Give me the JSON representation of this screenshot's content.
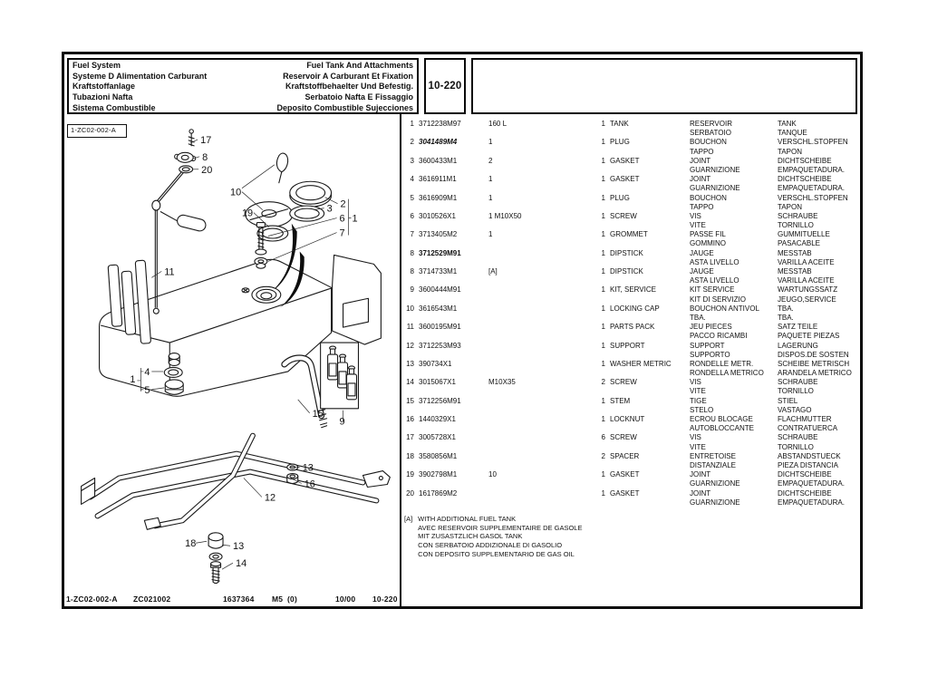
{
  "colors": {
    "line": "#1a1a1a",
    "paper": "#ffffff",
    "ink": "#111111"
  },
  "header": {
    "rows": [
      {
        "left": "Fuel System",
        "right": "Fuel Tank And Attachments"
      },
      {
        "left": "Systeme D Alimentation Carburant",
        "right": "Reservoir A Carburant Et Fixation"
      },
      {
        "left": "Kraftstoffanlage",
        "right": "Kraftstoffbehaelter Und Befestig."
      },
      {
        "left": "Tubazioni Nafta",
        "right": "Serbatoio Nafta E Fissaggio"
      },
      {
        "left": "Sistema Combustible",
        "right": "Deposito Combustible Sujecciones"
      }
    ],
    "page_code": "10-220"
  },
  "diagram": {
    "ref_label": "1-ZC02-002-A",
    "callouts": [
      "17",
      "8",
      "20",
      "10",
      "19",
      "2",
      "3",
      "6",
      "1",
      "7",
      "11",
      "4",
      "1",
      "5",
      "15",
      "9",
      "13",
      "16",
      "12",
      "18",
      "13",
      "14"
    ]
  },
  "table": {
    "rows": [
      {
        "item": "1",
        "part": "3712238M97",
        "size": "160 L",
        "qty": "1",
        "name": "TANK",
        "fr": "RESERVOIR",
        "it": "SERBATOIO",
        "de": "TANK",
        "es": "TANQUE"
      },
      {
        "item": "2",
        "part": "3041489M4",
        "size": "1",
        "qty": "1",
        "name": "PLUG",
        "fr": "BOUCHON",
        "it": "TAPPO",
        "de": "VERSCHL.STOPFEN",
        "es": "TAPON",
        "emph": "bi"
      },
      {
        "item": "3",
        "part": "3600433M1",
        "size": "2",
        "qty": "1",
        "name": "GASKET",
        "fr": "JOINT",
        "it": "GUARNIZIONE",
        "de": "DICHTSCHEIBE",
        "es": "EMPAQUETADURA."
      },
      {
        "item": "4",
        "part": "3616911M1",
        "size": "1",
        "qty": "1",
        "name": "GASKET",
        "fr": "JOINT",
        "it": "GUARNIZIONE",
        "de": "DICHTSCHEIBE",
        "es": "EMPAQUETADURA."
      },
      {
        "item": "5",
        "part": "3616909M1",
        "size": "1",
        "qty": "1",
        "name": "PLUG",
        "fr": "BOUCHON",
        "it": "TAPPO",
        "de": "VERSCHL.STOPFEN",
        "es": "TAPON"
      },
      {
        "item": "6",
        "part": "3010526X1",
        "size": "1 M10X50",
        "qty": "1",
        "name": "SCREW",
        "fr": "VIS",
        "it": "VITE",
        "de": "SCHRAUBE",
        "es": "TORNILLO"
      },
      {
        "item": "7",
        "part": "3713405M2",
        "size": "1",
        "qty": "1",
        "name": "GROMMET",
        "fr": "PASSE FIL",
        "it": "GOMMINO",
        "de": "GUMMITUELLE",
        "es": "PASACABLE"
      },
      {
        "item": "8",
        "part": "3712529M91",
        "size": "",
        "qty": "1",
        "name": "DIPSTICK",
        "fr": "JAUGE",
        "it": "ASTA LIVELLO",
        "de": "MESSTAB",
        "es": "VARILLA ACEITE",
        "emph": "b"
      },
      {
        "item": "8",
        "part": "3714733M1",
        "size": "[A]",
        "qty": "1",
        "name": "DIPSTICK",
        "fr": "JAUGE",
        "it": "ASTA LIVELLO",
        "de": "MESSTAB",
        "es": "VARILLA ACEITE"
      },
      {
        "item": "9",
        "part": "3600444M91",
        "size": "",
        "qty": "1",
        "name": "KIT, SERVICE",
        "fr": "KIT SERVICE",
        "it": "KIT DI SERVIZIO",
        "de": "WARTUNGSSATZ",
        "es": "JEUGO,SERVICE"
      },
      {
        "item": "10",
        "part": "3616543M1",
        "size": "",
        "qty": "1",
        "name": "LOCKING CAP",
        "fr": "BOUCHON ANTIVOL",
        "it": "TBA.",
        "de": "TBA.",
        "es": "TBA."
      },
      {
        "item": "11",
        "part": "3600195M91",
        "size": "",
        "qty": "1",
        "name": "PARTS PACK",
        "fr": "JEU PIECES",
        "it": "PACCO RICAMBI",
        "de": "SATZ TEILE",
        "es": "PAQUETE PIEZAS"
      },
      {
        "item": "12",
        "part": "3712253M93",
        "size": "",
        "qty": "1",
        "name": "SUPPORT",
        "fr": "SUPPORT",
        "it": "SUPPORTO",
        "de": "LAGERUNG",
        "es": "DISPOS.DE SOSTEN"
      },
      {
        "item": "13",
        "part": "390734X1",
        "size": "",
        "qty": "1",
        "name": "WASHER METRIC",
        "fr": "RONDELLE METR.",
        "it": "RONDELLA METRICO",
        "de": "SCHEIBE METRISCH",
        "es": "ARANDELA METRICO"
      },
      {
        "item": "14",
        "part": "3015067X1",
        "size": "M10X35",
        "qty": "2",
        "name": "SCREW",
        "fr": "VIS",
        "it": "VITE",
        "de": "SCHRAUBE",
        "es": "TORNILLO"
      },
      {
        "item": "15",
        "part": "3712256M91",
        "size": "",
        "qty": "1",
        "name": "STEM",
        "fr": "TIGE",
        "it": "STELO",
        "de": "STIEL",
        "es": "VASTAGO"
      },
      {
        "item": "16",
        "part": "1440329X1",
        "size": "",
        "qty": "1",
        "name": "LOCKNUT",
        "fr": "ECROU BLOCAGE",
        "it": "AUTOBLOCCANTE",
        "de": "FLACHMUTTER",
        "es": "CONTRATUERCA"
      },
      {
        "item": "17",
        "part": "3005728X1",
        "size": "",
        "qty": "6",
        "name": "SCREW",
        "fr": "VIS",
        "it": "VITE",
        "de": "SCHRAUBE",
        "es": "TORNILLO"
      },
      {
        "item": "18",
        "part": "3580856M1",
        "size": "",
        "qty": "2",
        "name": "SPACER",
        "fr": "ENTRETOISE",
        "it": "DISTANZIALE",
        "de": "ABSTANDSTUECK",
        "es": "PIEZA DISTANCIA"
      },
      {
        "item": "19",
        "part": "3902798M1",
        "size": "10",
        "qty": "1",
        "name": "GASKET",
        "fr": "JOINT",
        "it": "GUARNIZIONE",
        "de": "DICHTSCHEIBE",
        "es": "EMPAQUETADURA."
      },
      {
        "item": "20",
        "part": "1617869M2",
        "size": "",
        "qty": "1",
        "name": "GASKET",
        "fr": "JOINT",
        "it": "GUARNIZIONE",
        "de": "DICHTSCHEIBE",
        "es": "EMPAQUETADURA."
      }
    ]
  },
  "footnote": {
    "tag": "[A]",
    "lines": [
      "WITH ADDITIONAL FUEL TANK",
      "AVEC RESERVOIR SUPPLEMENTAIRE DE GASOLE",
      "MIT ZUSASTZLICH GASOL TANK",
      "CON SERBATOIO ADDIZIONALE DI GASOLIO",
      "CON DEPOSITO SUPPLEMENTARIO DE GAS OIL"
    ]
  },
  "footer": {
    "drawing_ref": "1-ZC02-002-A",
    "code": "ZC021002",
    "number": "1637364",
    "revision": "M5",
    "issue": "(0)",
    "date": "10/00",
    "page": "10-220"
  }
}
